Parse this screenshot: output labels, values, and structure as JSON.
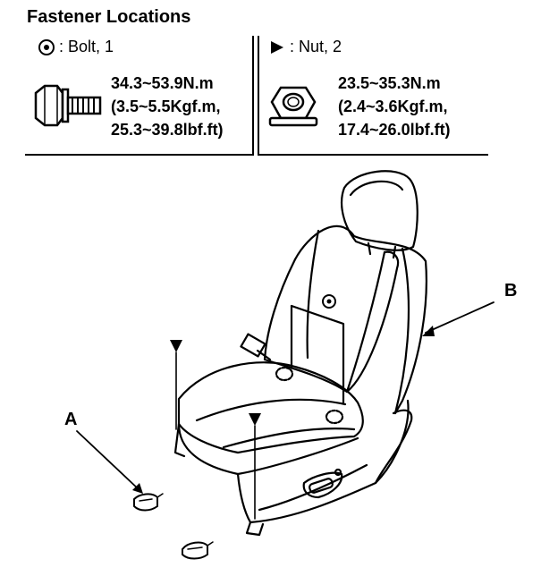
{
  "title": "Fastener Locations",
  "bolt": {
    "legend": ": Bolt, 1",
    "torque_nm": "34.3~53.9N.m",
    "torque_kgf": "(3.5~5.5Kgf.m,",
    "torque_lbf": "25.3~39.8lbf.ft)",
    "symbol_icon": "circle-dot-icon"
  },
  "nut": {
    "legend": ": Nut, 2",
    "torque_nm": "23.5~35.3N.m",
    "torque_kgf": "(2.4~3.6Kgf.m,",
    "torque_lbf": "17.4~26.0lbf.ft)",
    "symbol_icon": "triangle-right-icon"
  },
  "callouts": {
    "a": "A",
    "b": "B"
  }
}
